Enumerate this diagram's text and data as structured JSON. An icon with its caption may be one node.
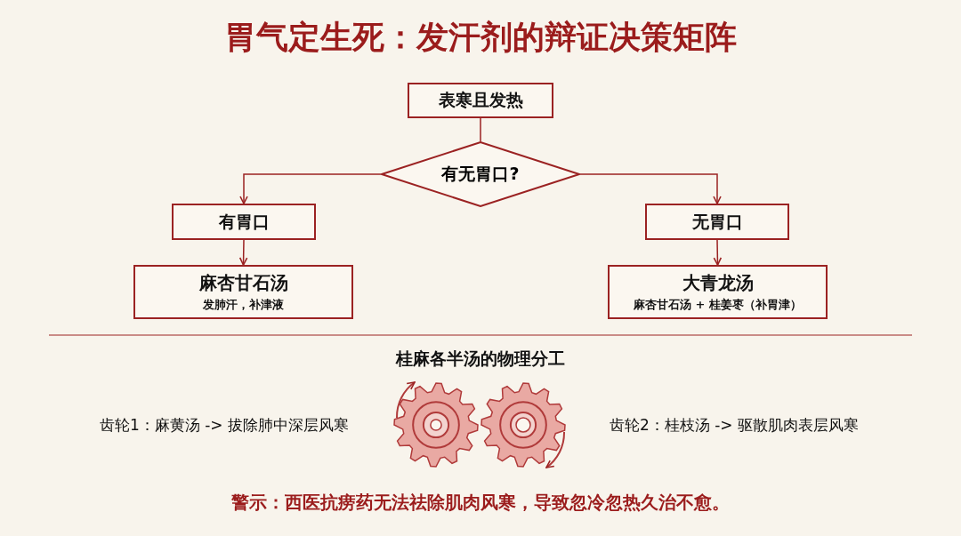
{
  "diagram": {
    "title": "胃气定生死：发汗剂的辩证决策矩阵",
    "nodes": [
      {
        "text": [
          "表寒且发热"
        ]
      },
      {
        "text": [
          "有无胃口?"
        ]
      },
      {
        "text": [
          "有胃口"
        ]
      },
      {
        "text": [
          "无胃口"
        ]
      },
      {
        "text": [
          "麻杏甘石汤",
          "发肺汗，补津液"
        ]
      },
      {
        "text": [
          "大青龙汤",
          "麻杏甘石汤 + 桂姜枣（补胃津）"
        ]
      }
    ],
    "edges": [
      {
        "from": 0,
        "to": 1,
        "arrow": "none"
      },
      {
        "from": 1,
        "to": 2,
        "arrow": "to"
      },
      {
        "from": 1,
        "to": 3,
        "arrow": "to"
      },
      {
        "from": 2,
        "to": 4,
        "arrow": "to"
      },
      {
        "from": 3,
        "to": 5,
        "arrow": "to"
      }
    ],
    "labels": [
      "桂麻各半汤的物理分工",
      "齿轮1：麻黄汤 -> 拔除肺中深层风寒",
      "齿轮2：桂枝汤 -> 驱散肌肉表层风寒",
      "警示：西医抗痨药无法祛除肌肉风寒，导致忽冷忽热久治不愈。"
    ]
  }
}
